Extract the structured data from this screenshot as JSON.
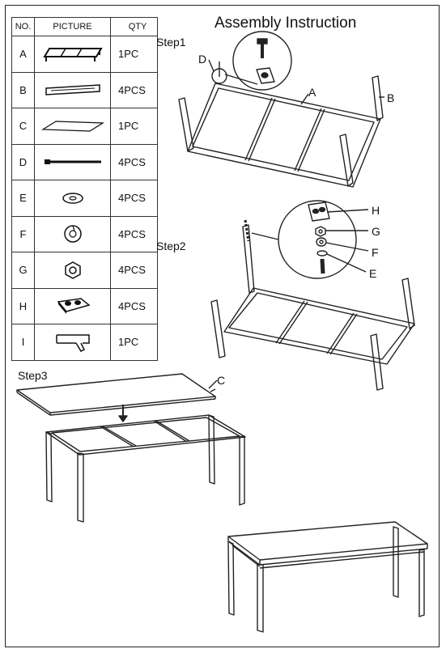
{
  "title": "Assembly Instruction",
  "table": {
    "headers": {
      "no": "NO.",
      "picture": "PICTURE",
      "qty": "QTY"
    },
    "rows": [
      {
        "no": "A",
        "qty": "1PC",
        "icon": "frame-icon"
      },
      {
        "no": "B",
        "qty": "4PCS",
        "icon": "leg-icon"
      },
      {
        "no": "C",
        "qty": "1PC",
        "icon": "glass-top-icon"
      },
      {
        "no": "D",
        "qty": "4PCS",
        "icon": "bolt-icon"
      },
      {
        "no": "E",
        "qty": "4PCS",
        "icon": "flat-washer-icon"
      },
      {
        "no": "F",
        "qty": "4PCS",
        "icon": "spring-washer-icon"
      },
      {
        "no": "G",
        "qty": "4PCS",
        "icon": "nut-icon"
      },
      {
        "no": "H",
        "qty": "4PCS",
        "icon": "bracket-icon"
      },
      {
        "no": "I",
        "qty": "1PC",
        "icon": "allen-key-icon"
      }
    ]
  },
  "steps": {
    "step1": "Step1",
    "step2": "Step2",
    "step3": "Step3"
  },
  "callouts": {
    "a": "A",
    "b": "B",
    "c": "C",
    "d": "D",
    "e": "E",
    "f": "F",
    "g": "G",
    "h": "H"
  }
}
